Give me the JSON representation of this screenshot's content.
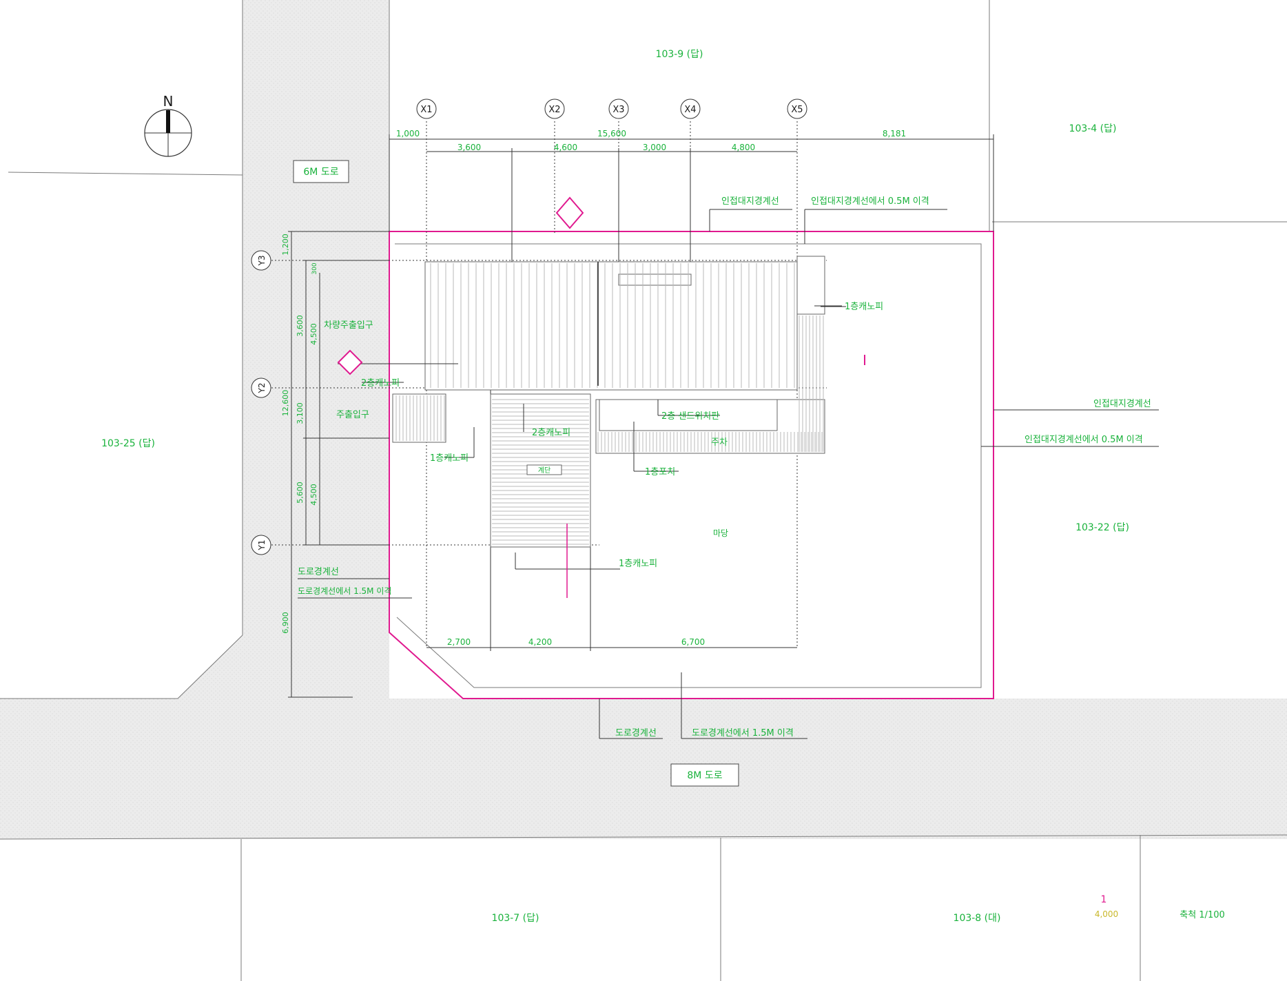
{
  "north": {
    "label": "N"
  },
  "roads": {
    "west": "6M 도로",
    "south": "8M 도로"
  },
  "parcels": {
    "north": "103-9 (답)",
    "north_east": "103-4 (답)",
    "west": "103-25 (답)",
    "east": "103-22 (답)",
    "south_1": "103-7 (답)",
    "south_2": "103-8 (대)"
  },
  "grid_axes": {
    "x": [
      "X1",
      "X2",
      "X3",
      "X4",
      "X5"
    ],
    "y": [
      "Y3",
      "Y2",
      "Y1"
    ]
  },
  "dimensions": {
    "top_overall": [
      "1,000",
      "15,600",
      "8,181"
    ],
    "top_spans": [
      "3,600",
      "4,600",
      "3,000",
      "4,800"
    ],
    "bottom_spans": [
      "2,700",
      "4,200",
      "6,700"
    ],
    "left_outer": [
      "1,200",
      "12,600",
      "6,900"
    ],
    "left_mid": [
      "3,600",
      "3,100",
      "5,600"
    ],
    "left_inner": [
      "4,500",
      "4,500"
    ],
    "left_small": "300"
  },
  "labels": {
    "adjacent_boundary_1": "인접대지경계선",
    "adjacent_boundary_offset_1": "인접대지경계선에서 0.5M 이격",
    "canopy_1f_east": "1층캐노피",
    "vehicle_entry": "차량주출입구",
    "canopy_2f": "2층캐노피",
    "pedestrian_entry": "주출입구",
    "canopy_2f_b": "2층캐노피",
    "sandwich_panel": "2층 샌드위치판",
    "canopy_1f_west": "1층캐노피",
    "parking": "주차",
    "stair_label": "계단",
    "canopy_1f_mid": "1층포치",
    "yard": "마당",
    "canopy_1f_south": "1층캐노피",
    "road_boundary_w": "도로경계선",
    "road_boundary_w_offset": "도로경계선에서 1.5M 이격",
    "adjacent_boundary_2": "인접대지경계선",
    "adjacent_boundary_offset_2": "인접대지경계선에서 0.5M 이격",
    "road_boundary_s": "도로경계선",
    "road_boundary_s_offset": "도로경계선에서 1.5M 이격"
  },
  "legend": {
    "number": "1",
    "sub": "4,000",
    "scale": "축척 1/100"
  },
  "colors": {
    "green": "#19b23b",
    "magenta": "#e0198f",
    "road_fill": "#e9e9e9"
  }
}
